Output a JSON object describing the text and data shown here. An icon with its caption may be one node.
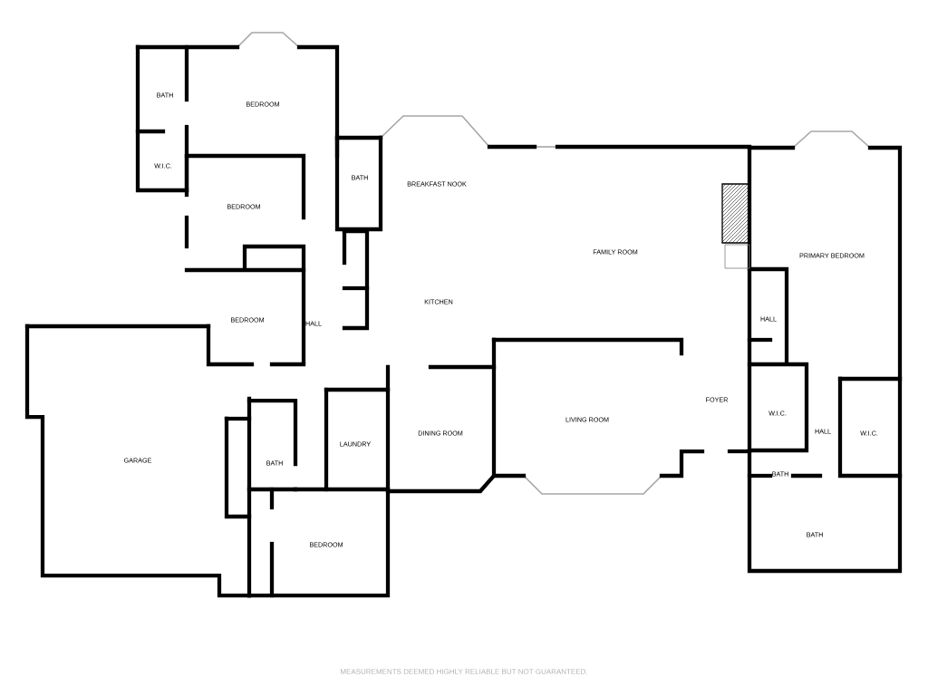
{
  "diagram": {
    "labels": [
      "BATH",
      "BEDROOM",
      "W.I.C.",
      "BATH",
      "BREAKFAST NOOK",
      "BEDROOM",
      "FAMILY ROOM",
      "PRIMARY BEDROOM",
      "KITCHEN",
      "HALL",
      "BEDROOM",
      "HALL",
      "FOYER",
      "W.I.C.",
      "LIVING ROOM",
      "HALL",
      "DINING ROOM",
      "W.I.C.",
      "LAUNDRY",
      "GARAGE",
      "BATH",
      "BATH",
      "BATH",
      "BEDROOM",
      "MEASUREMENTS DEEMED HIGHLY RELIABLE BUT NOT GUARANTEED."
    ]
  }
}
